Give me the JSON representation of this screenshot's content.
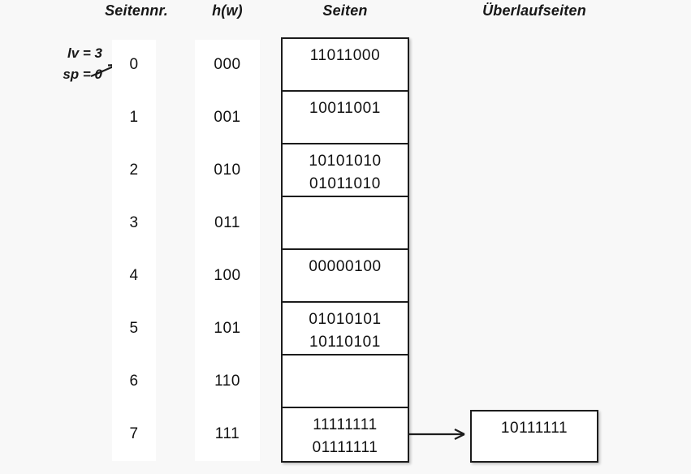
{
  "diagram": {
    "title_columns": {
      "seitennr": "Seitennr.",
      "hw": "h(w)",
      "seiten": "Seiten",
      "ueberlaufseiten": "Überlaufseiten"
    },
    "annotation": {
      "line1": "lv = 3",
      "line2": "sp = 0",
      "arrow_icon": "arrow-up-right-icon",
      "arrow_target": "row-0"
    },
    "rows": [
      {
        "seitennr": "0",
        "hw": "000",
        "entries": [
          "11011000"
        ]
      },
      {
        "seitennr": "1",
        "hw": "001",
        "entries": [
          "10011001"
        ]
      },
      {
        "seitennr": "2",
        "hw": "010",
        "entries": [
          "10101010",
          "01011010"
        ]
      },
      {
        "seitennr": "3",
        "hw": "011",
        "entries": []
      },
      {
        "seitennr": "4",
        "hw": "100",
        "entries": [
          "00000100"
        ]
      },
      {
        "seitennr": "5",
        "hw": "101",
        "entries": [
          "01010101",
          "10110101"
        ]
      },
      {
        "seitennr": "6",
        "hw": "110",
        "entries": []
      },
      {
        "seitennr": "7",
        "hw": "111",
        "entries": [
          "11111111",
          "01111111"
        ]
      }
    ],
    "overflow": {
      "from_row": "7",
      "arrow_icon": "arrow-right-icon",
      "entries": [
        "10111111"
      ]
    },
    "colors": {
      "background": "#f8f8f8",
      "surface": "#ffffff",
      "stroke": "#1c1c1c",
      "text": "#111111"
    }
  }
}
